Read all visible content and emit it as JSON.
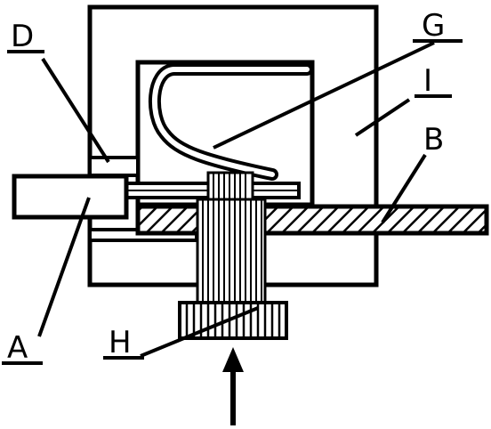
{
  "labels": {
    "a": "A",
    "b": "B",
    "d": "D",
    "g": "G",
    "h": "H",
    "i": "I"
  },
  "colors": {
    "ink": "#000000",
    "paper": "#ffffff"
  }
}
